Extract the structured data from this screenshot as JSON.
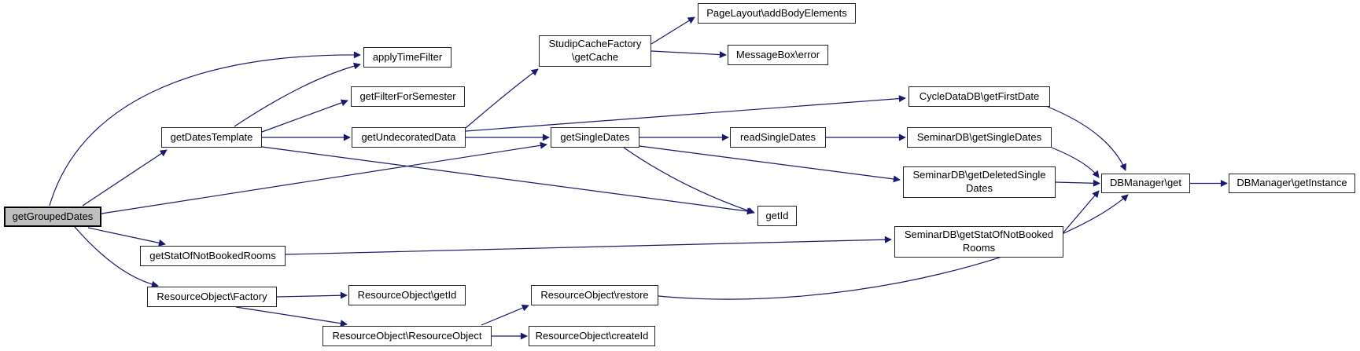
{
  "diagram": {
    "type": "call-graph",
    "background_color": "#ffffff",
    "edge_color": "#191970",
    "node_fill": "#ffffff",
    "node_border_color": "#242424",
    "root_node_fill": "#bfbfbf",
    "root_node_border_color": "#000000",
    "nodes": [
      {
        "id": "groupedDates",
        "label": "getGroupedDates",
        "lines": [
          "getGroupedDates"
        ],
        "root": true
      },
      {
        "id": "applyTimeFilter",
        "label": "applyTimeFilter",
        "lines": [
          "applyTimeFilter"
        ]
      },
      {
        "id": "filterForSemester",
        "label": "getFilterForSemester",
        "lines": [
          "getFilterForSemester"
        ]
      },
      {
        "id": "datesTemplate",
        "label": "getDatesTemplate",
        "lines": [
          "getDatesTemplate"
        ]
      },
      {
        "id": "undecoratedData",
        "label": "getUndecoratedData",
        "lines": [
          "getUndecoratedData"
        ]
      },
      {
        "id": "cacheFactory",
        "label": "StudipCacheFactory\\getCache",
        "lines": [
          "StudipCacheFactory",
          "\\getCache"
        ]
      },
      {
        "id": "pageLayout",
        "label": "PageLayout\\addBodyElements",
        "lines": [
          "PageLayout\\addBodyElements"
        ]
      },
      {
        "id": "messageBox",
        "label": "MessageBox\\error",
        "lines": [
          "MessageBox\\error"
        ]
      },
      {
        "id": "singleDates",
        "label": "getSingleDates",
        "lines": [
          "getSingleDates"
        ]
      },
      {
        "id": "readSingleDates",
        "label": "readSingleDates",
        "lines": [
          "readSingleDates"
        ]
      },
      {
        "id": "cycleFirstDate",
        "label": "CycleDataDB\\getFirstDate",
        "lines": [
          "CycleDataDB\\getFirstDate"
        ]
      },
      {
        "id": "semSingleDates",
        "label": "SeminarDB\\getSingleDates",
        "lines": [
          "SeminarDB\\getSingleDates"
        ]
      },
      {
        "id": "semDeletedSingleDates",
        "label": "SeminarDB\\getDeletedSingleDates",
        "lines": [
          "SeminarDB\\getDeletedSingle",
          "Dates"
        ]
      },
      {
        "id": "dbGet",
        "label": "DBManager\\get",
        "lines": [
          "DBManager\\get"
        ]
      },
      {
        "id": "dbInstance",
        "label": "DBManager\\getInstance",
        "lines": [
          "DBManager\\getInstance"
        ]
      },
      {
        "id": "getId",
        "label": "getId",
        "lines": [
          "getId"
        ]
      },
      {
        "id": "semStatRooms",
        "label": "SeminarDB\\getStatOfNotBookedRooms",
        "lines": [
          "SeminarDB\\getStatOfNotBooked",
          "Rooms"
        ]
      },
      {
        "id": "statRooms",
        "label": "getStatOfNotBookedRooms",
        "lines": [
          "getStatOfNotBookedRooms"
        ]
      },
      {
        "id": "roFactory",
        "label": "ResourceObject\\Factory",
        "lines": [
          "ResourceObject\\Factory"
        ]
      },
      {
        "id": "roGetId",
        "label": "ResourceObject\\getId",
        "lines": [
          "ResourceObject\\getId"
        ]
      },
      {
        "id": "roRestore",
        "label": "ResourceObject\\restore",
        "lines": [
          "ResourceObject\\restore"
        ]
      },
      {
        "id": "roCtor",
        "label": "ResourceObject\\ResourceObject",
        "lines": [
          "ResourceObject\\ResourceObject"
        ]
      },
      {
        "id": "roCreateId",
        "label": "ResourceObject\\createId",
        "lines": [
          "ResourceObject\\createId"
        ]
      }
    ],
    "edges": [
      {
        "from": "groupedDates",
        "to": "applyTimeFilter"
      },
      {
        "from": "groupedDates",
        "to": "datesTemplate"
      },
      {
        "from": "groupedDates",
        "to": "singleDates"
      },
      {
        "from": "groupedDates",
        "to": "statRooms"
      },
      {
        "from": "groupedDates",
        "to": "roFactory"
      },
      {
        "from": "datesTemplate",
        "to": "applyTimeFilter"
      },
      {
        "from": "datesTemplate",
        "to": "filterForSemester"
      },
      {
        "from": "datesTemplate",
        "to": "undecoratedData"
      },
      {
        "from": "datesTemplate",
        "to": "getId"
      },
      {
        "from": "undecoratedData",
        "to": "cacheFactory"
      },
      {
        "from": "undecoratedData",
        "to": "singleDates"
      },
      {
        "from": "undecoratedData",
        "to": "cycleFirstDate"
      },
      {
        "from": "cacheFactory",
        "to": "pageLayout"
      },
      {
        "from": "cacheFactory",
        "to": "messageBox"
      },
      {
        "from": "singleDates",
        "to": "readSingleDates"
      },
      {
        "from": "singleDates",
        "to": "getId"
      },
      {
        "from": "singleDates",
        "to": "semDeletedSingleDates"
      },
      {
        "from": "readSingleDates",
        "to": "semSingleDates"
      },
      {
        "from": "cycleFirstDate",
        "to": "dbGet"
      },
      {
        "from": "semSingleDates",
        "to": "dbGet"
      },
      {
        "from": "semDeletedSingleDates",
        "to": "dbGet"
      },
      {
        "from": "semStatRooms",
        "to": "dbGet"
      },
      {
        "from": "roRestore",
        "to": "dbGet"
      },
      {
        "from": "dbGet",
        "to": "dbInstance"
      },
      {
        "from": "statRooms",
        "to": "semStatRooms"
      },
      {
        "from": "roFactory",
        "to": "roGetId"
      },
      {
        "from": "roFactory",
        "to": "roCtor"
      },
      {
        "from": "roCtor",
        "to": "roRestore"
      },
      {
        "from": "roCtor",
        "to": "roCreateId"
      }
    ]
  }
}
